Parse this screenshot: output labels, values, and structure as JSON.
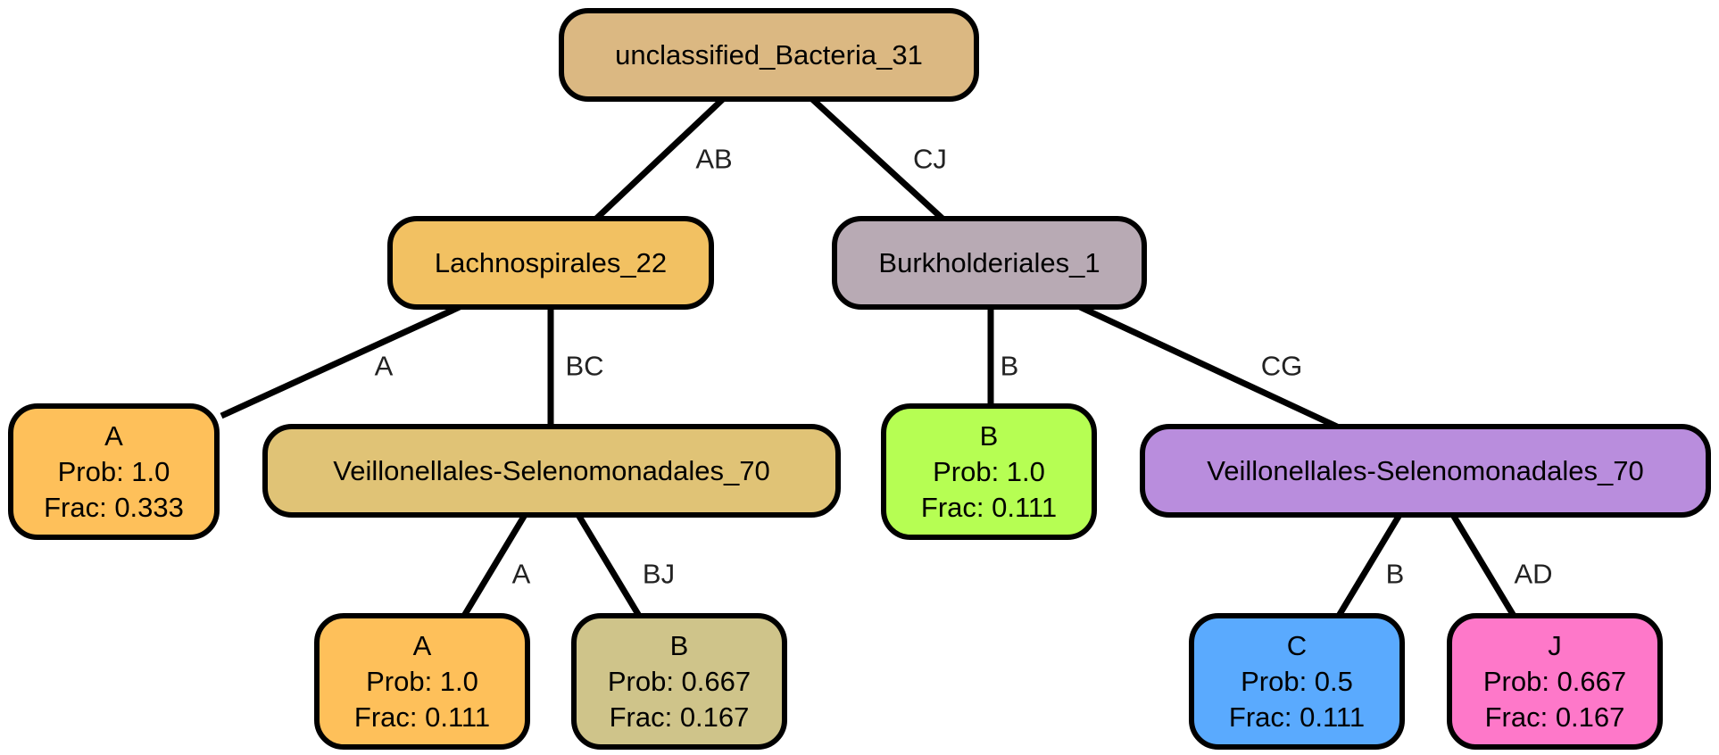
{
  "nodes": [
    {
      "id": "root",
      "lines": [
        "unclassified_Bacteria_31"
      ],
      "color": "#dbb882"
    },
    {
      "id": "lach",
      "lines": [
        "Lachnospirales_22"
      ],
      "color": "#f2c162"
    },
    {
      "id": "burk",
      "lines": [
        "Burkholderiales_1"
      ],
      "color": "#b8aab4"
    },
    {
      "id": "a1",
      "lines": [
        "A",
        "Prob: 1.0",
        "Frac: 0.333"
      ],
      "color": "#fec05a"
    },
    {
      "id": "veil1",
      "lines": [
        "Veillonellales-Selenomonadales_70"
      ],
      "color": "#e0c376"
    },
    {
      "id": "b1",
      "lines": [
        "B",
        "Prob: 1.0",
        "Frac: 0.111"
      ],
      "color": "#b6fe53"
    },
    {
      "id": "veil2",
      "lines": [
        "Veillonellales-Selenomonadales_70"
      ],
      "color": "#b98ddd"
    },
    {
      "id": "a2",
      "lines": [
        "A",
        "Prob: 1.0",
        "Frac: 0.111"
      ],
      "color": "#fec05a"
    },
    {
      "id": "b2",
      "lines": [
        "B",
        "Prob: 0.667",
        "Frac: 0.167"
      ],
      "color": "#cfc48a"
    },
    {
      "id": "c1",
      "lines": [
        "C",
        "Prob: 0.5",
        "Frac: 0.111"
      ],
      "color": "#5aaafe"
    },
    {
      "id": "j1",
      "lines": [
        "J",
        "Prob: 0.667",
        "Frac: 0.167"
      ],
      "color": "#fe78c9"
    }
  ],
  "edges": [
    {
      "from": "root",
      "to": "lach",
      "label": "AB"
    },
    {
      "from": "root",
      "to": "burk",
      "label": "CJ"
    },
    {
      "from": "lach",
      "to": "a1",
      "label": "A"
    },
    {
      "from": "lach",
      "to": "veil1",
      "label": "BC"
    },
    {
      "from": "burk",
      "to": "b1",
      "label": "B"
    },
    {
      "from": "burk",
      "to": "veil2",
      "label": "CG"
    },
    {
      "from": "veil1",
      "to": "a2",
      "label": "A"
    },
    {
      "from": "veil1",
      "to": "b2",
      "label": "BJ"
    },
    {
      "from": "veil2",
      "to": "c1",
      "label": "B"
    },
    {
      "from": "veil2",
      "to": "j1",
      "label": "AD"
    }
  ]
}
